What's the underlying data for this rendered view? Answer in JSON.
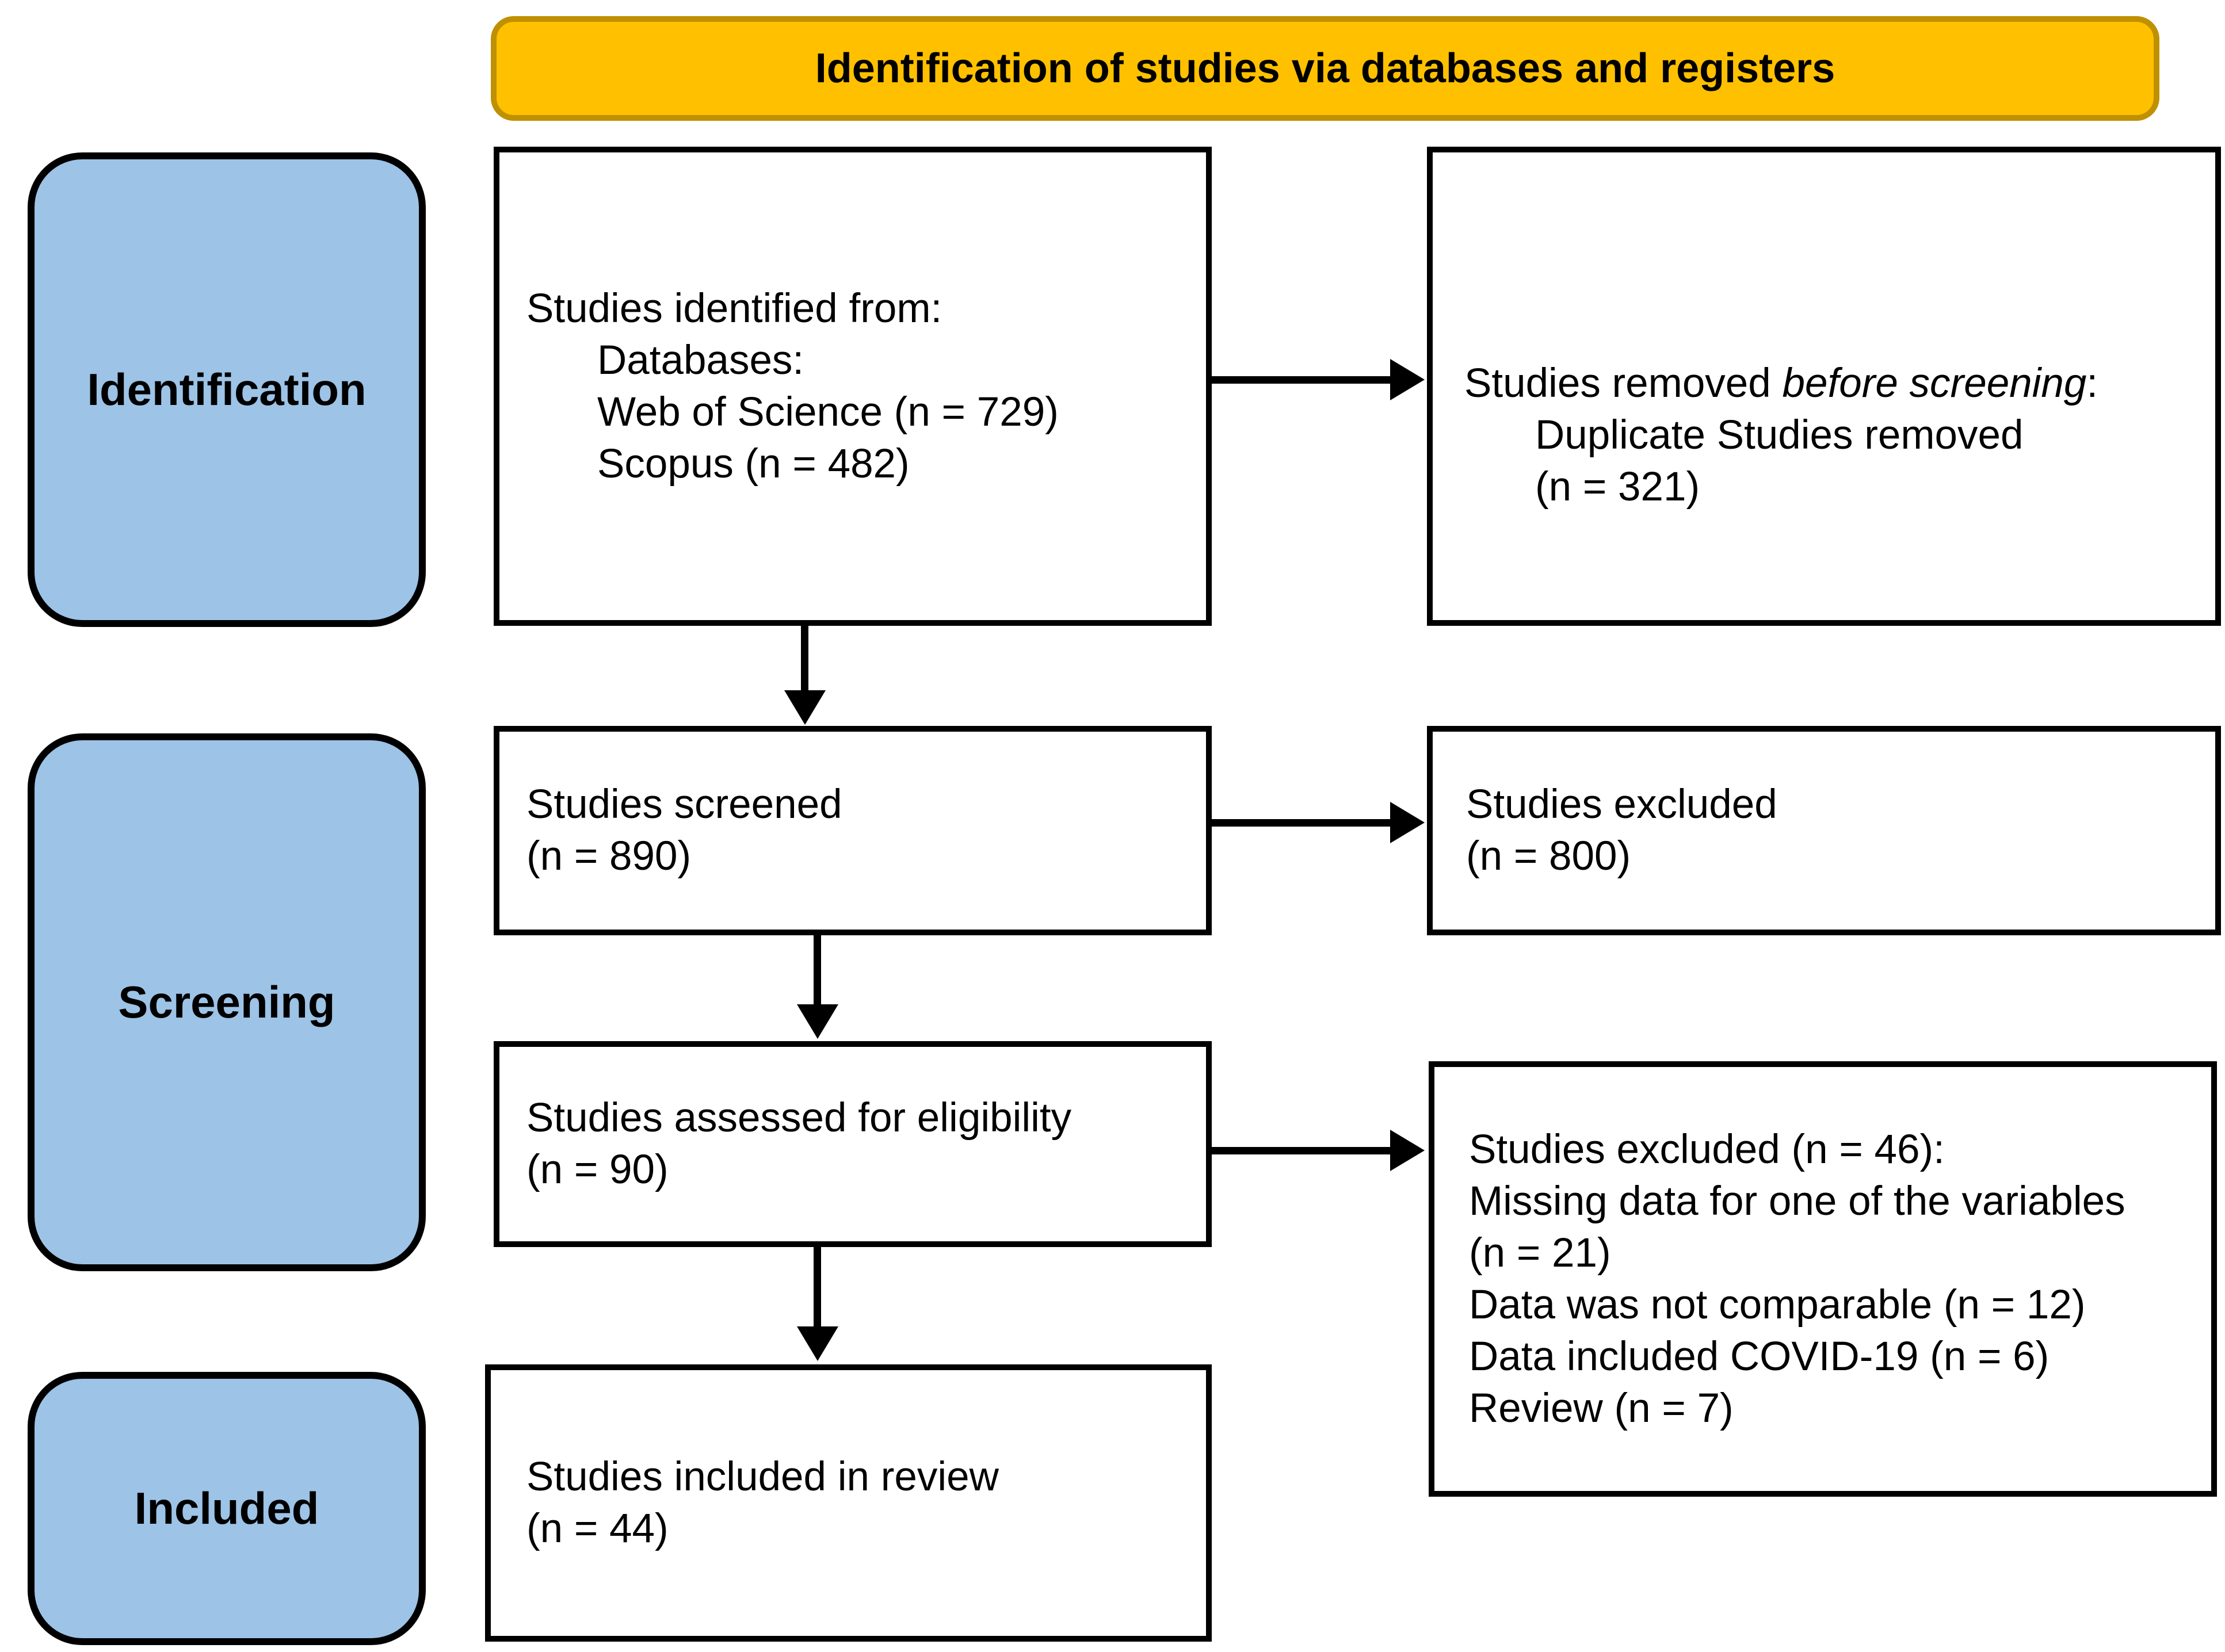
{
  "header": {
    "title": "Identification of studies via databases and registers"
  },
  "stages": {
    "identification": "Identification",
    "screening": "Screening",
    "included": "Included"
  },
  "flow": {
    "identified": {
      "l1": "Studies identified from:",
      "l2": "Databases:",
      "l3": "Web of Science (n = 729)",
      "l4": "Scopus (n = 482)"
    },
    "removed": {
      "l1_pre": "Studies removed ",
      "l1_italic": "before screening",
      "l1_post": ":",
      "l2": "Duplicate Studies removed",
      "l3": "(n = 321)"
    },
    "screened": {
      "l1": "Studies screened",
      "l2": "(n = 890)"
    },
    "excluded_screening": {
      "l1": "Studies excluded",
      "l2": "(n = 800)"
    },
    "assessed": {
      "l1": "Studies assessed for eligibility",
      "l2": "(n = 90)"
    },
    "excluded_eligibility": {
      "l1": "Studies excluded (n = 46):",
      "l2": "Missing data for one of the variables",
      "l3": "(n = 21)",
      "l4": "Data was not comparable (n = 12)",
      "l5": "Data included COVID-19 (n = 6)",
      "l6": "Review (n = 7)"
    },
    "included": {
      "l1": "Studies included in review",
      "l2": "(n = 44)"
    }
  },
  "colors": {
    "header_fill": "#FFC000",
    "header_border": "#BF9000",
    "stage_fill": "#9DC3E6",
    "box_border": "#000000",
    "text": "#000000",
    "background": "#FFFFFF"
  }
}
